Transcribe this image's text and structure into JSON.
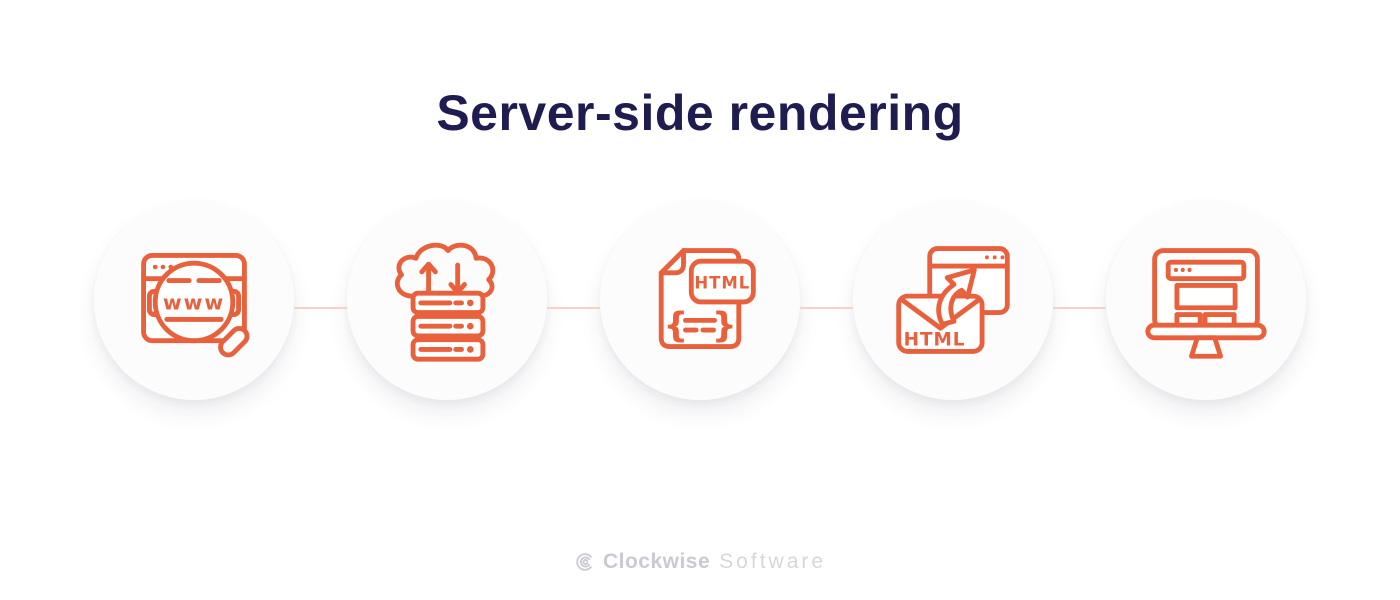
{
  "title": "Server-side rendering",
  "colors": {
    "accent": "#E8603C",
    "title": "#1F1C4F",
    "connector": "#F5D2C3",
    "watermark": "#C9CAD3"
  },
  "steps": [
    {
      "name": "browser-www-search",
      "text": "www"
    },
    {
      "name": "cloud-server-transfer",
      "text": ""
    },
    {
      "name": "html-file-code",
      "text": "HTML",
      "code_open": "{",
      "code_close": "}"
    },
    {
      "name": "send-html-to-browser",
      "text": "HTML"
    },
    {
      "name": "rendered-site-monitor",
      "text": ""
    }
  ],
  "watermark": {
    "brand": "Clockwise",
    "suffix": "Software"
  }
}
